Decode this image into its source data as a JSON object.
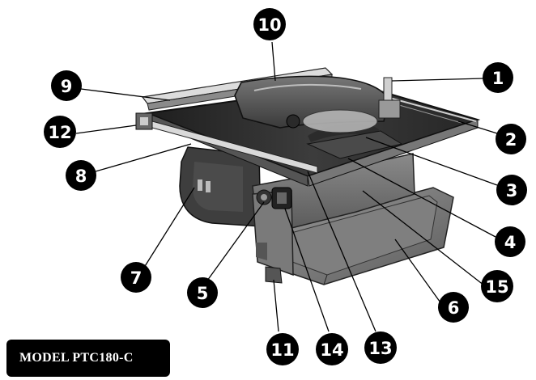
{
  "model_label": "MODEL PTC180-C",
  "callouts": [
    {
      "id": "1",
      "label": "1"
    },
    {
      "id": "2",
      "label": "2"
    },
    {
      "id": "3",
      "label": "3"
    },
    {
      "id": "4",
      "label": "4"
    },
    {
      "id": "5",
      "label": "5"
    },
    {
      "id": "6",
      "label": "6"
    },
    {
      "id": "7",
      "label": "7"
    },
    {
      "id": "8",
      "label": "8"
    },
    {
      "id": "9",
      "label": "9"
    },
    {
      "id": "10",
      "label": "10"
    },
    {
      "id": "11",
      "label": "11"
    },
    {
      "id": "12",
      "label": "12"
    },
    {
      "id": "13",
      "label": "13"
    },
    {
      "id": "14",
      "label": "14"
    },
    {
      "id": "15",
      "label": "15"
    }
  ],
  "colors": {
    "ink": "#000000",
    "background": "#ffffff",
    "machine_dark": "#3a3a3a",
    "machine_mid": "#6e6e6e"
  }
}
